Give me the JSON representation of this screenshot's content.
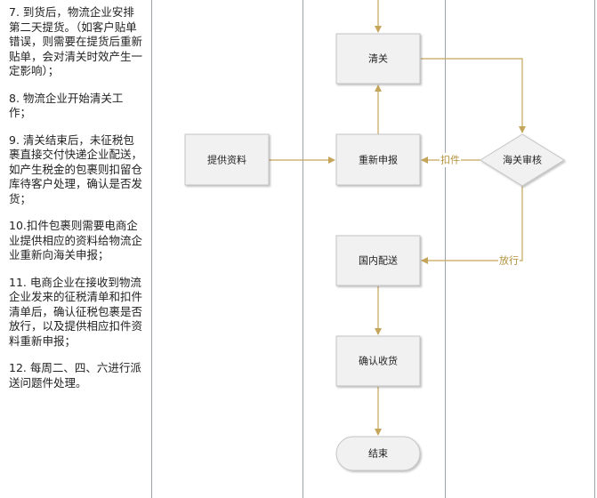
{
  "notes": [
    "7. 到货后，物流企业安排第二天提货。（如客户贴单错误，则需要在提货后重新贴单，会对清关时效产生一定影响）；",
    "8. 物流企业开始清关工作；",
    "9. 清关结束后，未征税包裹直接交付快递企业配送，如产生税金的包裹则扣留仓库待客户处理，确认是否发货；",
    "10.扣件包裹则需要电商企业提供相应的资料给物流企业重新向海关申报；",
    "11. 电商企业在接收到物流企业发来的征税清单和扣件清单后，确认征税包裹是否放行，以及提供相应扣件资料重新申报；",
    "12. 每周二、四、六进行派送问题件处理。"
  ],
  "nodes": {
    "provide_docs": "提供资料",
    "customs_clear": "清关",
    "redeclare": "重新申报",
    "customs_review": "海关审核",
    "domestic_delivery": "国内配送",
    "confirm_receipt": "确认收货",
    "end": "结束"
  },
  "edge_labels": {
    "detain": "扣件",
    "release": "放行"
  },
  "colors": {
    "arrow": "#c5a55a",
    "box_border": "#c4c4c4",
    "box_fill": "#f1f1f1",
    "lane_line": "#9aa3a8"
  }
}
